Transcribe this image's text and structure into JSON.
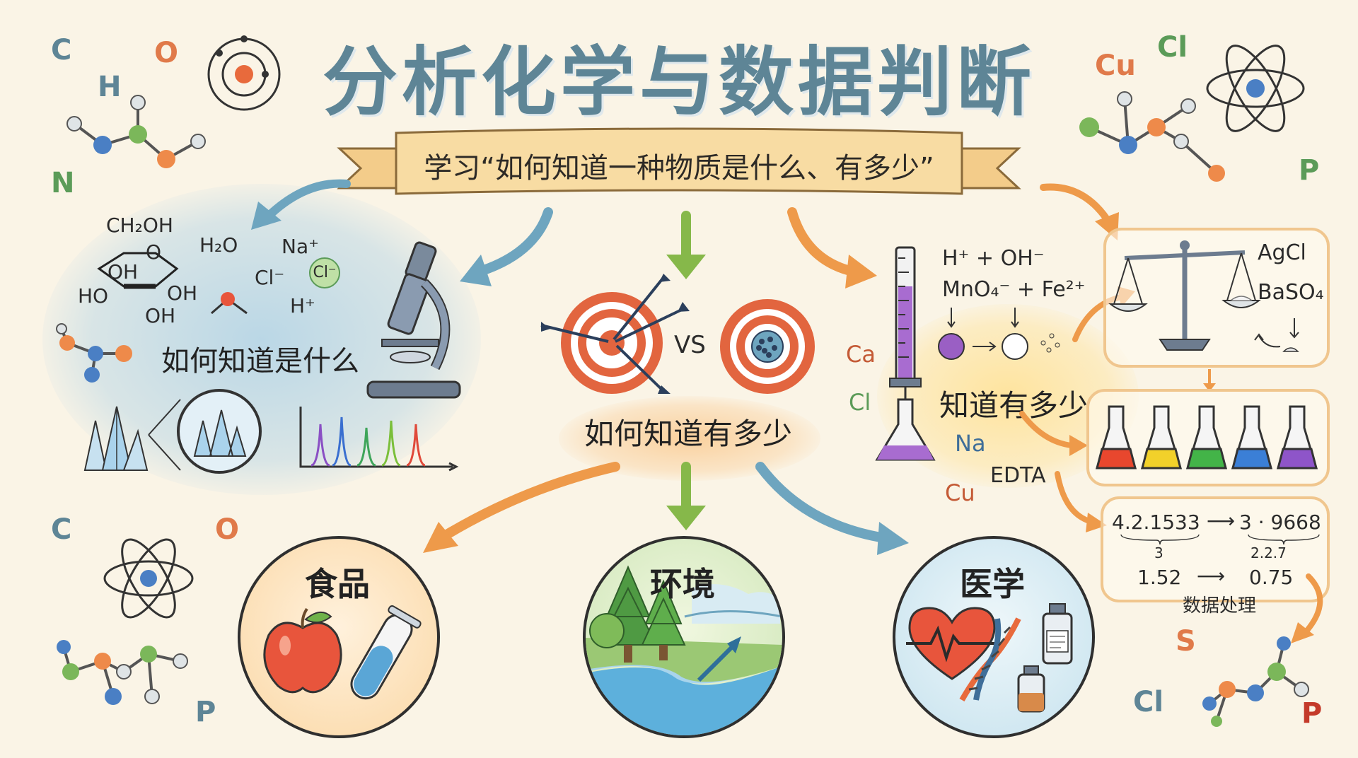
{
  "title": "分析化学与数据判断",
  "banner": "学习“如何知道一种物质是什么、有多少”",
  "sections": {
    "what": {
      "label": "如何知道是什么"
    },
    "how_much": {
      "label": "如何知道有多少",
      "vs": "VS"
    },
    "titration": {
      "label": "知道有多少"
    }
  },
  "what_elements": {
    "glucose_ch2oh": "CH₂OH",
    "glucose_o": "O",
    "glucose_oh1": "OH",
    "glucose_oh2": "OH",
    "glucose_oh3": "OH",
    "glucose_ho": "HO",
    "h2o": "H₂O",
    "na": "Na⁺",
    "cl": "Cl⁻",
    "cl_circle": "Cl⁻",
    "h": "H⁺"
  },
  "reactions": {
    "line1": "H⁺ + OH⁻",
    "line2": "MnO₄⁻ + Fe²⁺"
  },
  "titration_ions": {
    "ca": "Ca",
    "cl": "Cl",
    "na": "Na",
    "edta": "EDTA",
    "cu": "Cu"
  },
  "precipitates": {
    "agcl": "AgCl",
    "baso4": "BaSO₄"
  },
  "data_processing": {
    "row1_left": "4.2.1533",
    "row1_right": "3 · 9668",
    "row2_left": "3",
    "row2_right": "2.2.7",
    "row3_left": "1.52",
    "row3_right": "0.75",
    "caption": "数据处理"
  },
  "applications": [
    {
      "label": "食品"
    },
    {
      "label": "环境"
    },
    {
      "label": "医学"
    }
  ],
  "corner_letters": {
    "tl_c": "C",
    "tl_o": "O",
    "tl_h": "H",
    "tl_n": "N",
    "tr_cu": "Cu",
    "tr_cl": "Cl",
    "tr_p": "P",
    "bl_c": "C",
    "bl_o": "O",
    "bl_p": "P",
    "br_s": "S",
    "br_cl": "Cl",
    "br_p": "P"
  },
  "colors": {
    "title": "#5e8596",
    "blue_arrow": "#6ea5bf",
    "green_arrow": "#86b84a",
    "orange_arrow": "#ee9a4a",
    "panel_border": "#f0c68e",
    "purple": "#9a5fc4",
    "target_red": "#e2653f"
  },
  "icons": [
    "atom-icon",
    "molecule-icon",
    "microscope-icon",
    "crystal-icon",
    "spectrum-icon",
    "target-icon",
    "burette-icon",
    "balance-icon",
    "flask-icon",
    "apple-icon",
    "test-tube-icon",
    "tree-icon",
    "heart-icon",
    "dna-icon",
    "vial-icon"
  ]
}
